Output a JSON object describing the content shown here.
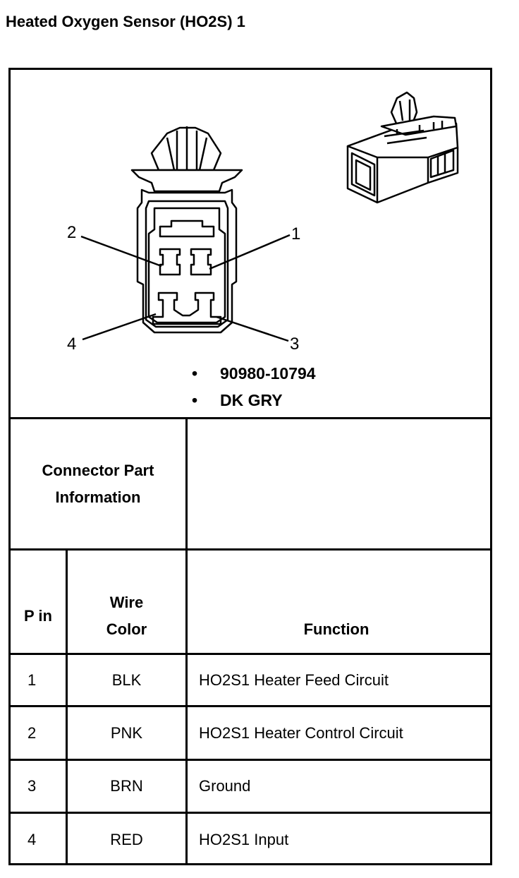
{
  "title": "Heated Oxygen Sensor (HO2S) 1",
  "diagram": {
    "pin_labels": [
      "1",
      "2",
      "3",
      "4"
    ]
  },
  "connector_info": {
    "label": "Connector Part Information",
    "items": [
      "90980-10794",
      "DK GRY"
    ]
  },
  "table": {
    "headers": {
      "pin": "P in",
      "wire_color": "Wire Color",
      "function": "Function"
    },
    "rows": [
      {
        "pin": "1",
        "wire_color": "BLK",
        "function": "HO2S1 Heater Feed Circuit"
      },
      {
        "pin": "2",
        "wire_color": "PNK",
        "function": "HO2S1 Heater Control Circuit"
      },
      {
        "pin": "3",
        "wire_color": "BRN",
        "function": "Ground"
      },
      {
        "pin": "4",
        "wire_color": "RED",
        "function": "HO2S1 Input"
      }
    ]
  }
}
